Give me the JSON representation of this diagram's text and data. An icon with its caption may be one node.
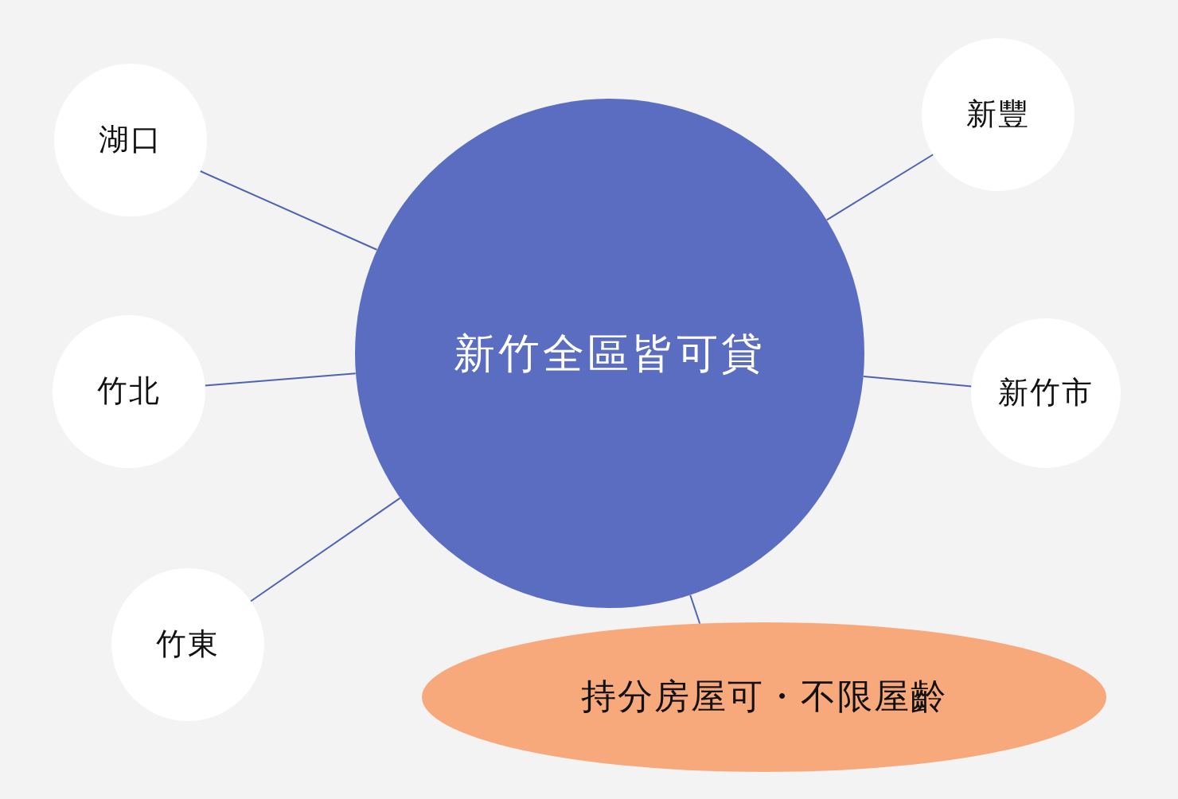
{
  "diagram": {
    "nodes": [
      {
        "text": [
          "新竹全區皆可貸"
        ]
      },
      {
        "text": [
          "湖口"
        ]
      },
      {
        "text": [
          "新豐"
        ]
      },
      {
        "text": [
          "竹北"
        ]
      },
      {
        "text": [
          "新竹市"
        ]
      },
      {
        "text": [
          "竹東"
        ]
      },
      {
        "text": [
          "持分房屋可・不限屋齡"
        ]
      }
    ],
    "edges": [
      {
        "from": 0,
        "to": 1,
        "arrow": "none"
      },
      {
        "from": 0,
        "to": 2,
        "arrow": "none"
      },
      {
        "from": 0,
        "to": 3,
        "arrow": "none"
      },
      {
        "from": 0,
        "to": 4,
        "arrow": "none"
      },
      {
        "from": 0,
        "to": 5,
        "arrow": "none"
      },
      {
        "from": 0,
        "to": 6,
        "arrow": "none"
      }
    ]
  }
}
